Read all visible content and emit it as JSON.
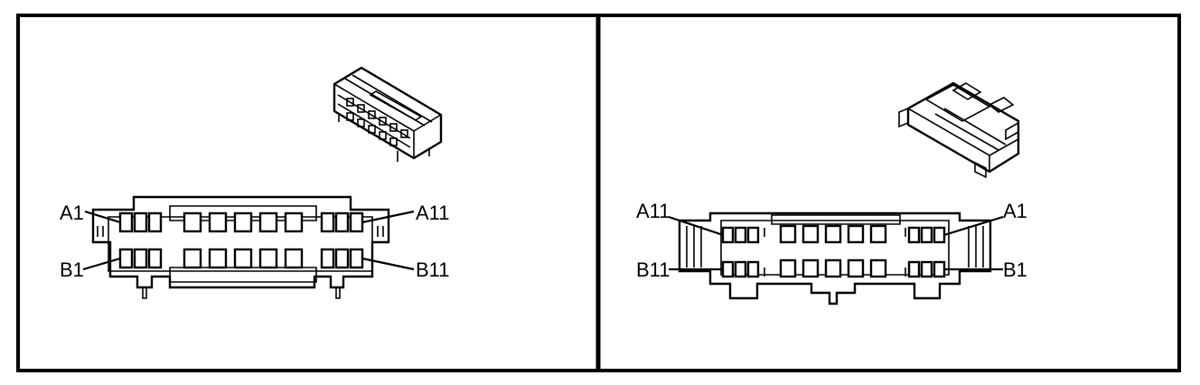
{
  "panels": [
    {
      "id": "left",
      "labels": {
        "top_left": "A1",
        "top_right": "A11",
        "bottom_left": "B1",
        "bottom_right": "B11"
      }
    },
    {
      "id": "right",
      "labels": {
        "top_left": "A11",
        "top_right": "A1",
        "bottom_left": "B11",
        "bottom_right": "B1"
      }
    }
  ]
}
